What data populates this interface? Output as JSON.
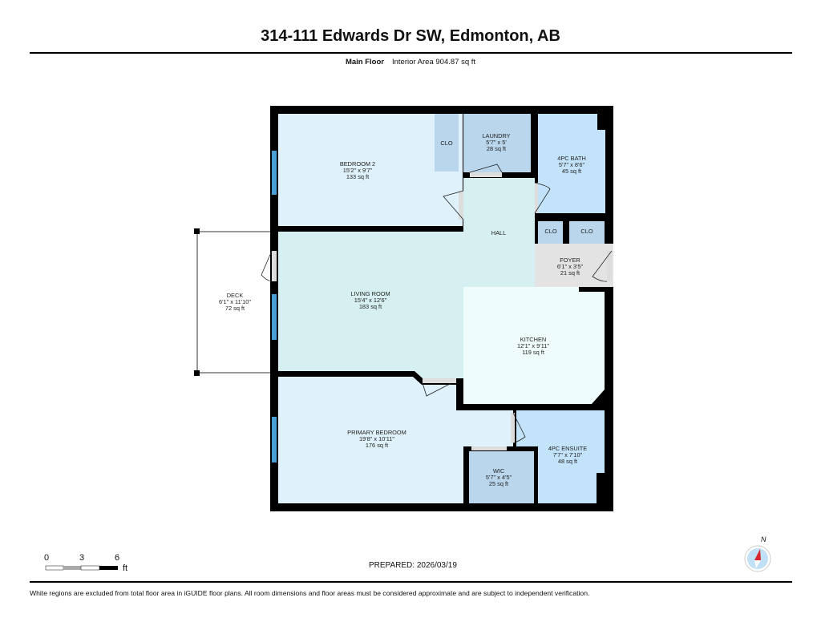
{
  "header": {
    "address": "314-111 Edwards Dr SW, Edmonton, AB",
    "floor_label": "Main Floor",
    "interior_area": "Interior Area 904.87 sq ft"
  },
  "rooms": {
    "bedroom2": {
      "name": "BEDROOM 2",
      "dims": "15'2\" x 9'7\"",
      "area": "133 sq ft",
      "color": "#dff1fb"
    },
    "clo_bed2": {
      "name": "CLO",
      "color": "#b9d6ec"
    },
    "laundry": {
      "name": "LAUNDRY",
      "dims": "5'7\" x 5'",
      "area": "28 sq ft",
      "color": "#b9d6ec"
    },
    "bath": {
      "name": "4PC BATH",
      "dims": "5'7\" x 8'6\"",
      "area": "45 sq ft",
      "color": "#c3e3fa"
    },
    "hall": {
      "name": "HALL",
      "color": "#d6f0f1"
    },
    "clo_foyer1": {
      "name": "CLO",
      "color": "#b9d6ec"
    },
    "clo_foyer2": {
      "name": "CLO",
      "color": "#b9d6ec"
    },
    "foyer": {
      "name": "FOYER",
      "dims": "6'1\" x 3'5\"",
      "area": "21 sq ft",
      "color": "#e3e3e3"
    },
    "deck": {
      "name": "DECK",
      "dims": "6'1\" x 11'10\"",
      "area": "72 sq ft",
      "color": "#ffffff"
    },
    "living": {
      "name": "LIVING ROOM",
      "dims": "15'4\" x 12'6\"",
      "area": "183 sq ft",
      "color": "#d6f0f1"
    },
    "kitchen": {
      "name": "KITCHEN",
      "dims": "12'1\" x 9'11\"",
      "area": "119 sq ft",
      "color": "#eefcfb"
    },
    "primary": {
      "name": "PRIMARY BEDROOM",
      "dims": "19'8\" x 10'11\"",
      "area": "176 sq ft",
      "color": "#dff1fb"
    },
    "wic": {
      "name": "WIC",
      "dims": "5'7\" x 4'5\"",
      "area": "25 sq ft",
      "color": "#b9d6ec"
    },
    "ensuite": {
      "name": "4PC ENSUITE",
      "dims": "7'7\" x 7'10\"",
      "area": "48 sq ft",
      "color": "#c3e3fa"
    }
  },
  "colors": {
    "wall": "#000000",
    "window": "#4a9fd4",
    "door_threshold": "#dddddd"
  },
  "scale_bar": {
    "ticks": [
      "0",
      "3",
      "6"
    ],
    "unit": "ft"
  },
  "compass": {
    "label": "N",
    "icon": "compass-icon"
  },
  "footer": {
    "prepared": "PREPARED: 2026/03/19",
    "disclaimer": "White regions are excluded from total floor area in iGUIDE floor plans. All room dimensions and floor areas must be considered approximate and are subject to independent verification."
  }
}
